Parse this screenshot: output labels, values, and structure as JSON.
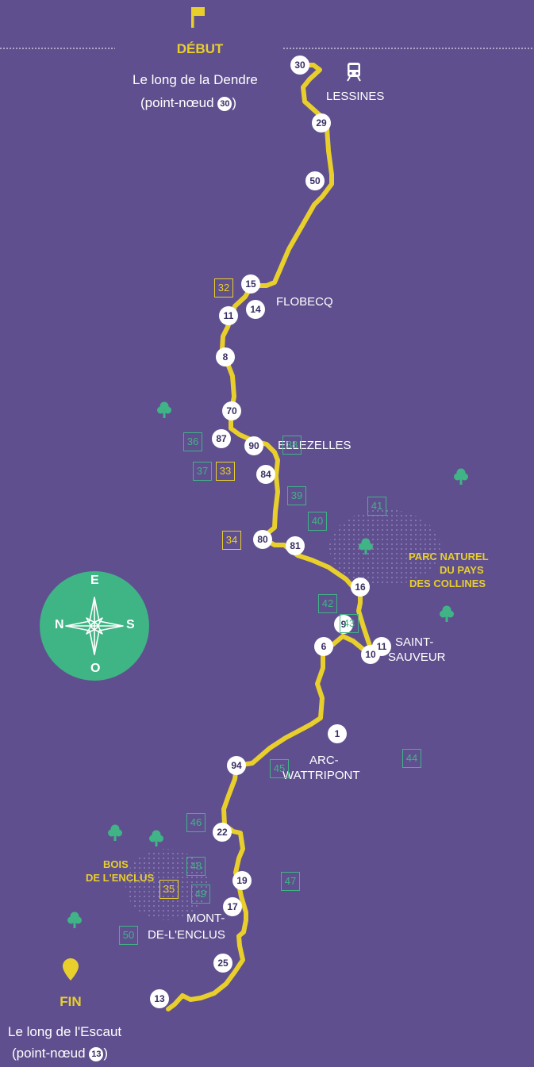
{
  "start": {
    "title": "DÉBUT",
    "line1": "Le long de la Dendre",
    "line2_prefix": "(point-nœud ",
    "node": "30",
    "line2_suffix": ")"
  },
  "end": {
    "title": "FIN",
    "line1": "Le long de l'Escaut",
    "line2_prefix": "(point-nœud ",
    "node": "13",
    "line2_suffix": ")"
  },
  "places": {
    "lessines": "LESSINES",
    "flobecq": "FLOBECQ",
    "ellezelles": "ELLEZELLES",
    "saint_sauveur_1": "SAINT-",
    "saint_sauveur_2": "SAUVEUR",
    "arc_1": "ARC-",
    "arc_2": "WATTRIPONT",
    "mont_1": "MONT-",
    "mont_2": "DE-L'ENCLUS"
  },
  "areas": {
    "parc_1": "PARC NATUREL",
    "parc_2": "DU PAYS",
    "parc_3": "DES COLLINES",
    "bois_1": "BOIS",
    "bois_2": "DE L'ENCLUS"
  },
  "compass": {
    "e": "E",
    "n": "N",
    "s": "S",
    "o": "O"
  },
  "route_nodes": [
    "30",
    "29",
    "50",
    "15",
    "14",
    "11",
    "8",
    "70",
    "87",
    "90",
    "84",
    "80",
    "81",
    "16",
    "11",
    "10",
    "9",
    "6",
    "1",
    "94",
    "22",
    "19",
    "17",
    "25",
    "13"
  ],
  "green_markers": [
    "36",
    "37",
    "38",
    "39",
    "40",
    "41",
    "42",
    "43",
    "44",
    "45",
    "46",
    "47",
    "48",
    "49",
    "50"
  ],
  "yellow_markers": [
    "32",
    "33",
    "34",
    "35"
  ],
  "colors": {
    "background": "#5f4f8e",
    "route": "#e8cf2c",
    "green": "#40b486",
    "yellow": "#e8cf2c"
  },
  "icons": [
    "flag-icon",
    "train-icon",
    "tree-icon",
    "location-pin-icon",
    "compass-rose-icon"
  ]
}
